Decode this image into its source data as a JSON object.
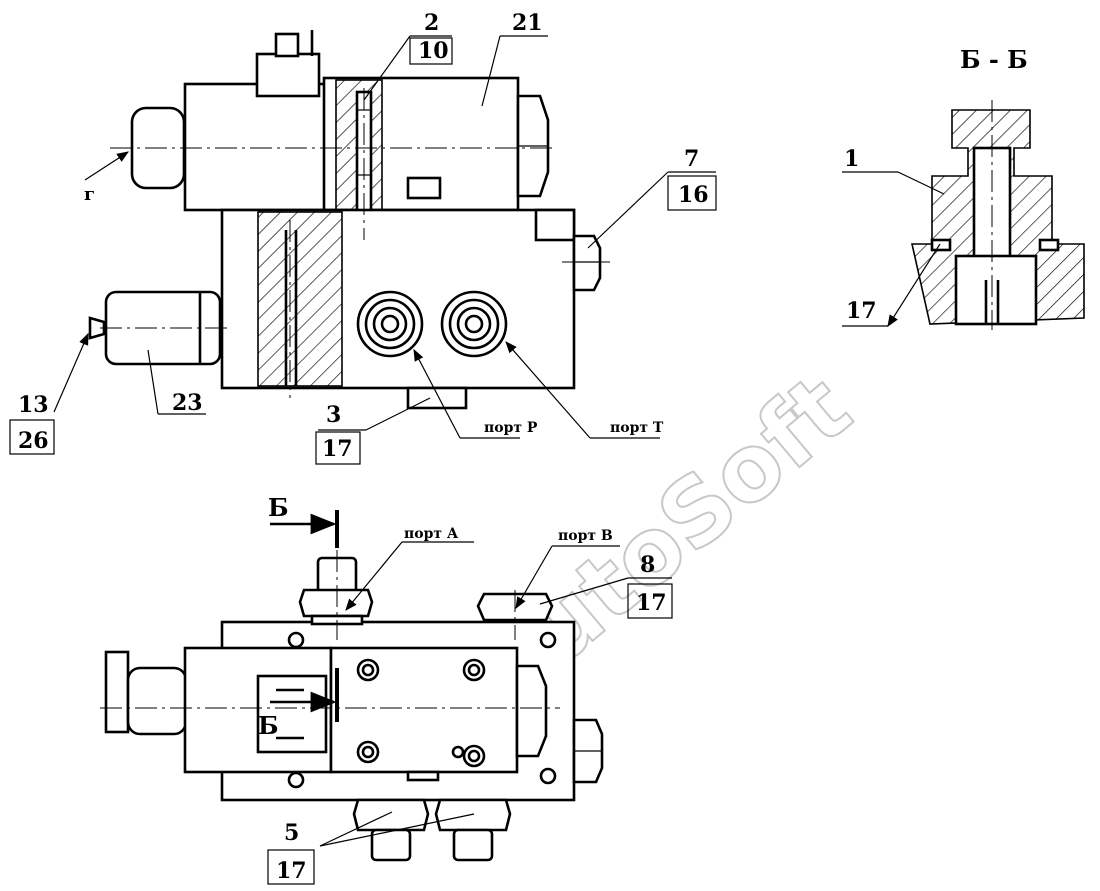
{
  "watermark": "AutoSoft",
  "section_title": "Б - Б",
  "view_arrow_g": "г",
  "section_mark": "Б",
  "ports": {
    "p": "порт Р",
    "t": "порт Т",
    "a": "порт А",
    "b": "порт В"
  },
  "callouts": {
    "c2": "2",
    "c10": "10",
    "c21": "21",
    "c7": "7",
    "c16": "16",
    "c13": "13",
    "c26": "26",
    "c23": "23",
    "c3": "3",
    "c17a": "17",
    "c1": "1",
    "c17b": "17",
    "c8": "8",
    "c17c": "17",
    "c5": "5",
    "c17d": "17"
  },
  "colors": {
    "line": "#000000",
    "watermark": "#c8c8c8",
    "background": "#ffffff"
  }
}
